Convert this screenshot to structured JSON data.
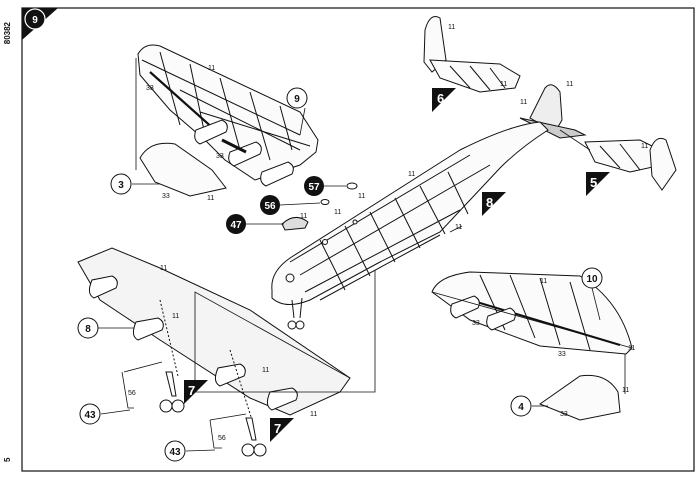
{
  "step": "9",
  "margin": {
    "kit_number": "80382",
    "page_number": "5"
  },
  "sub_steps": [
    "6",
    "5",
    "8",
    "7",
    "7"
  ],
  "part_callouts": [
    "9",
    "3",
    "57",
    "56",
    "47",
    "10",
    "8",
    "4",
    "43",
    "43"
  ],
  "labels": {
    "l11": "11",
    "l33": "33",
    "l56": "56"
  }
}
